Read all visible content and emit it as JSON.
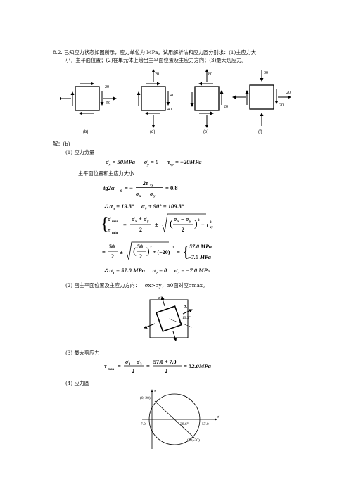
{
  "problem": {
    "line1": "8.2. 已知应力状态如图所示，应力单位为 MPa。试用解析法和应力圆分别求：(1)主应力大",
    "line2": "小，主平面位置；(2)在单元体上绘出主平面位置及主应力方向；(3)最大切应力。"
  },
  "figures": {
    "b": {
      "caption": "(b)",
      "labels": [
        "20",
        "50"
      ]
    },
    "d": {
      "caption": "(d)",
      "labels": [
        "20",
        "40",
        "40"
      ]
    },
    "e": {
      "caption": "(e)",
      "labels": [
        "80",
        "20"
      ]
    },
    "f": {
      "caption": "(f)",
      "labels": [
        "30",
        "20",
        "20"
      ]
    }
  },
  "solution": {
    "header": "解：(b)",
    "step1": "(1) 应力分量",
    "components": {
      "sx": "50MPa",
      "sy": "0",
      "txy": "−20MPa"
    },
    "principal_title": "主平面位置和主应力大小",
    "tg_rhs": "= 0.8",
    "alpha_line": {
      "a0": "19.3°",
      "a0b": "α₀ + 90° = 109.3°"
    },
    "sigma_maxmin_labels": [
      "σmax",
      "σmin"
    ],
    "val_line": "50/2 ± √((50/2)² + (−20)²)",
    "results_pair": [
      "57.0 MPa",
      "−7.0 MPa"
    ],
    "final": {
      "s1": "57.0 MPa",
      "s2": "0",
      "s3": "−7.0 MPa"
    },
    "step2": "(2) 画主平面位置及主应力方向：",
    "step2_note": "σx>σy，α0面对应σmax。",
    "diagram_angle": "19.3°",
    "step3": "(3) 最大剪应力",
    "tau_max_result": "= 32.0MPa",
    "step4": "(4) 应力圆",
    "circle": {
      "point_top": "(0, 20)",
      "point_bottom": "(50,-20)",
      "left": "-7.0",
      "right": "57.0",
      "angle": "38.6°",
      "tau_axis": "τ",
      "sigma_axis": "σ"
    }
  }
}
